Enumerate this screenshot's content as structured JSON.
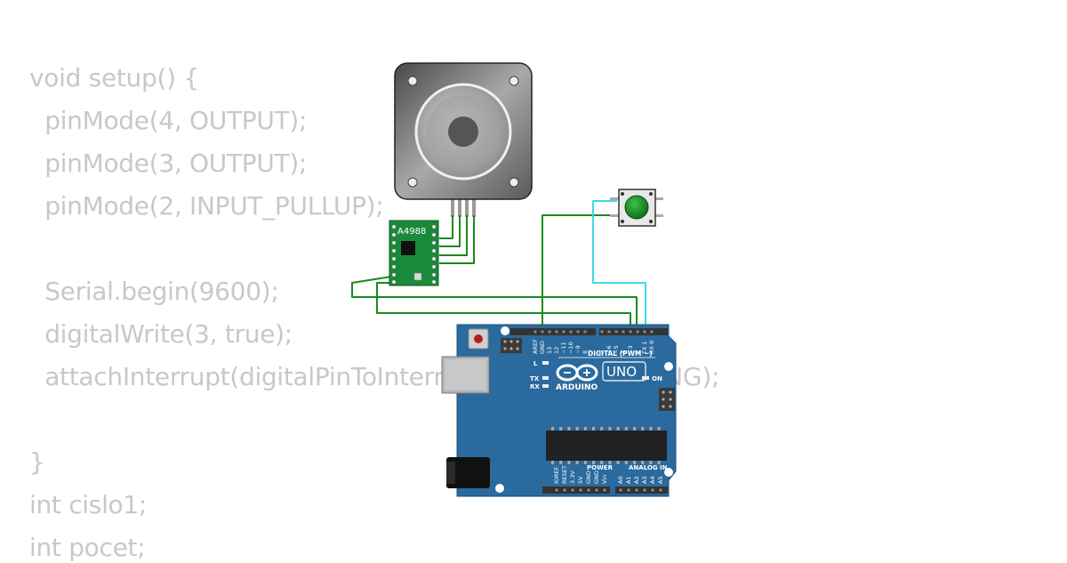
{
  "code": {
    "lines": [
      "void setup() {",
      "  pinMode(4, OUTPUT);",
      "  pinMode(3, OUTPUT);",
      "  pinMode(2, INPUT_PULLUP);",
      "",
      "  Serial.begin(9600);",
      "  digitalWrite(3, true);",
      "  attachInterrupt(digitalPinToInterrupt(2), stop, FALLING);",
      "",
      "}",
      "int cislo1;",
      "int pocet;"
    ]
  },
  "driver": {
    "label": "A4988",
    "color": "#1a8a3a"
  },
  "arduino": {
    "model": "UNO",
    "brand": "ARDUINO",
    "digital_header": "DIGITAL (PWM ~)",
    "power_header": "POWER",
    "analog_header": "ANALOG IN",
    "on_label": "ON",
    "l_label": "L",
    "tx_label": "TX",
    "rx_label": "RX",
    "digital_pins": [
      "AREF",
      "GND",
      "13",
      "12",
      "~11",
      "~10",
      "~9",
      "8",
      "7",
      "~6",
      "~5",
      "4",
      "~3",
      "2",
      "TX 1",
      "RX 0"
    ],
    "power_pins": [
      "IOREF",
      "RESET",
      "3.3V",
      "5V",
      "GND",
      "GND",
      "Vin"
    ],
    "analog_pins": [
      "A0",
      "A1",
      "A2",
      "A3",
      "A4",
      "A5"
    ],
    "color": "#2a6a9e"
  },
  "button": {
    "color": "#1e8a2e"
  },
  "wire_colors": {
    "green": "#1a8a1a",
    "cyan": "#3fd9e0"
  }
}
